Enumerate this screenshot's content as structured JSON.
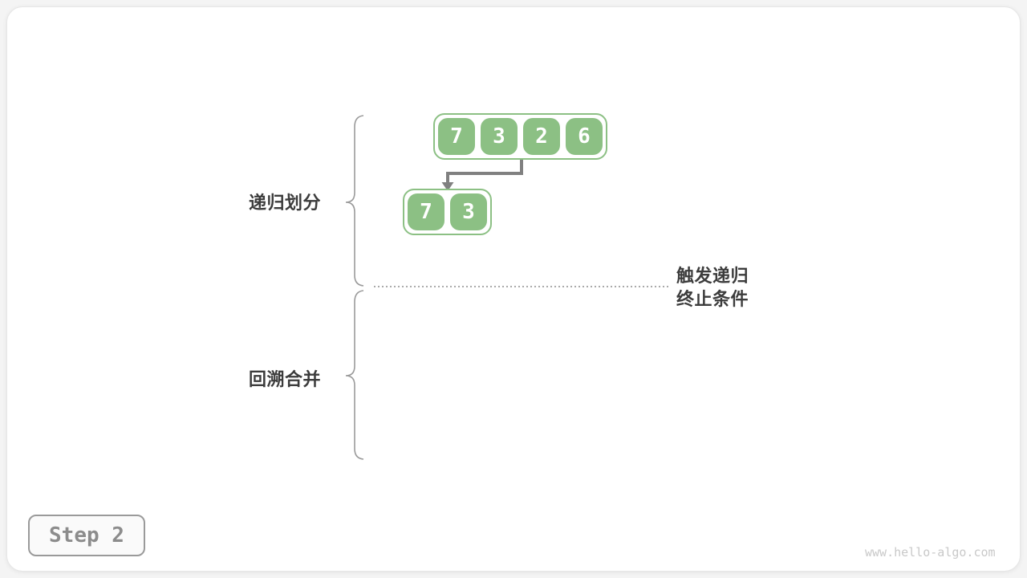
{
  "diagram": {
    "labels": {
      "recursive_divide": "递归划分",
      "backtrack_merge": "回溯合并",
      "termination_note_line1": "触发递归",
      "termination_note_line2": "终止条件"
    },
    "arrays": {
      "level1": [
        "7",
        "3",
        "2",
        "6"
      ],
      "level2_left": [
        "7",
        "3"
      ]
    },
    "colors": {
      "node_green": "#8cc084",
      "arrow_gray": "#808080",
      "brace_gray": "#9a9a9a",
      "dotted_line_gray": "#9e9e9e",
      "label_dark": "#3c3c3c",
      "card_color": "#ffffff"
    }
  },
  "footer": {
    "step_label": "Step 2",
    "watermark": "www.hello-algo.com"
  }
}
